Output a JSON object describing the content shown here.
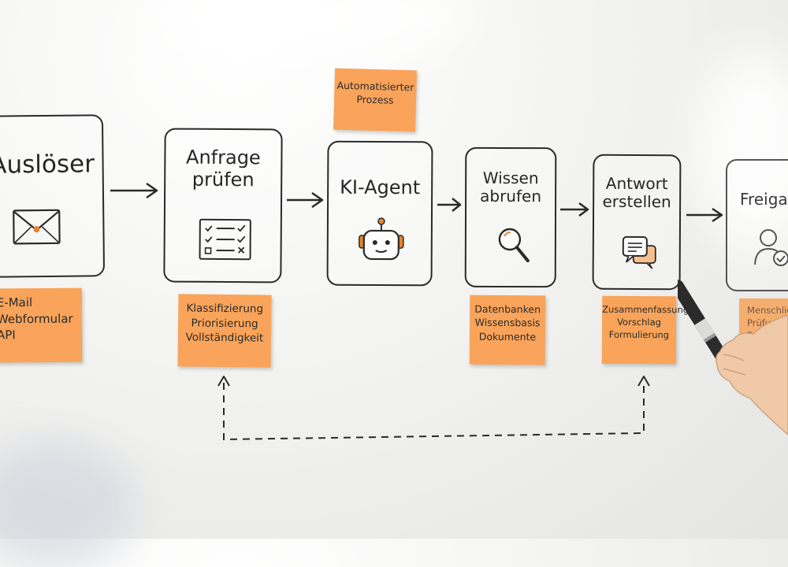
{
  "top_note": "Automatisierter\nProzess",
  "steps": [
    {
      "title": "Auslöser",
      "icon": "envelope-icon"
    },
    {
      "title": "Anfrage\nprüfen",
      "icon": "checklist-icon"
    },
    {
      "title": "KI-Agent",
      "icon": "robot-icon"
    },
    {
      "title": "Wissen\nabrufen",
      "icon": "magnifier-icon"
    },
    {
      "title": "Antwort\nerstellen",
      "icon": "chat-bubbles-icon"
    },
    {
      "title": "Freigab",
      "icon": "user-check-icon"
    }
  ],
  "notes": [
    "E-Mail\nWebformular\nAPI",
    "Klassifizierung\nPriorisierung\nVollständigkeit",
    "Datenbanken\nWissensbasis\nDokumente",
    "Zusammenfassung\nVorschlag\nFormulierung",
    "Menschlich\nPrüfung\nFreigab"
  ],
  "colors": {
    "sticky_note": "#f9a45a",
    "ink": "#2a2a2a",
    "accent_orange": "#e8832e"
  }
}
